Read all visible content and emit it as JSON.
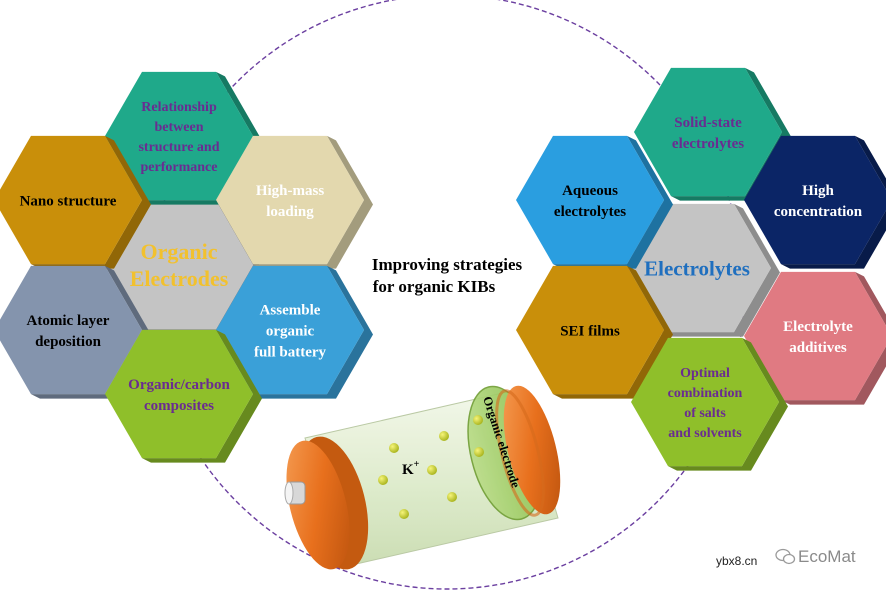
{
  "center_title": [
    "Improving strategies",
    "for organic KIBs"
  ],
  "left_cluster": {
    "center": {
      "lines": [
        "Organic",
        "Electrodes"
      ],
      "color": "#f2c12e"
    },
    "hexes": [
      {
        "id": "relationship",
        "lines": [
          "Relationship",
          "between",
          "structure and",
          "performance"
        ],
        "text_color": "#6a2c91",
        "fill": "#1fa98a"
      },
      {
        "id": "nano-structure",
        "lines": [
          "Nano structure"
        ],
        "text_color": "#000000",
        "fill": "#c98f0a"
      },
      {
        "id": "high-mass-loading",
        "lines": [
          "High-mass",
          "loading"
        ],
        "text_color": "#ffffff",
        "fill": "#e3d8ae"
      },
      {
        "id": "atomic-layer",
        "lines": [
          "Atomic layer",
          "deposition"
        ],
        "text_color": "#000000",
        "fill": "#8494ad"
      },
      {
        "id": "assemble-battery",
        "lines": [
          "Assemble",
          "organic",
          "full battery"
        ],
        "text_color": "#ffffff",
        "fill": "#3aa0d8"
      },
      {
        "id": "organic-carbon",
        "lines": [
          "Organic/carbon",
          "composites"
        ],
        "text_color": "#6a2c91",
        "fill": "#8fbf2a"
      }
    ]
  },
  "right_cluster": {
    "center": {
      "lines": [
        "Electrolytes"
      ],
      "color": "#1f6fbf"
    },
    "hexes": [
      {
        "id": "solid-state",
        "lines": [
          "Solid-state",
          "electrolytes"
        ],
        "text_color": "#6a2c91",
        "fill": "#1fa98a"
      },
      {
        "id": "aqueous",
        "lines": [
          "Aqueous",
          "electrolytes"
        ],
        "text_color": "#000000",
        "fill": "#2a9ee0"
      },
      {
        "id": "high-concentration",
        "lines": [
          "High",
          "concentration"
        ],
        "text_color": "#ffffff",
        "fill": "#0b2566"
      },
      {
        "id": "sei-films",
        "lines": [
          "SEI films"
        ],
        "text_color": "#000000",
        "fill": "#c98f0a"
      },
      {
        "id": "electrolyte-additives",
        "lines": [
          "Electrolyte",
          "additives"
        ],
        "text_color": "#ffffff",
        "fill": "#e07a82"
      },
      {
        "id": "optimal-combination",
        "lines": [
          "Optimal",
          "combination",
          "of salts",
          "and solvents"
        ],
        "text_color": "#6a2c91",
        "fill": "#8fbf2a"
      }
    ]
  },
  "battery": {
    "ion_label": "K",
    "ion_charge": "+",
    "electrode_label": "Organic electrode"
  },
  "watermark": {
    "site": "ybx8.cn",
    "brand": "EcoMat"
  }
}
